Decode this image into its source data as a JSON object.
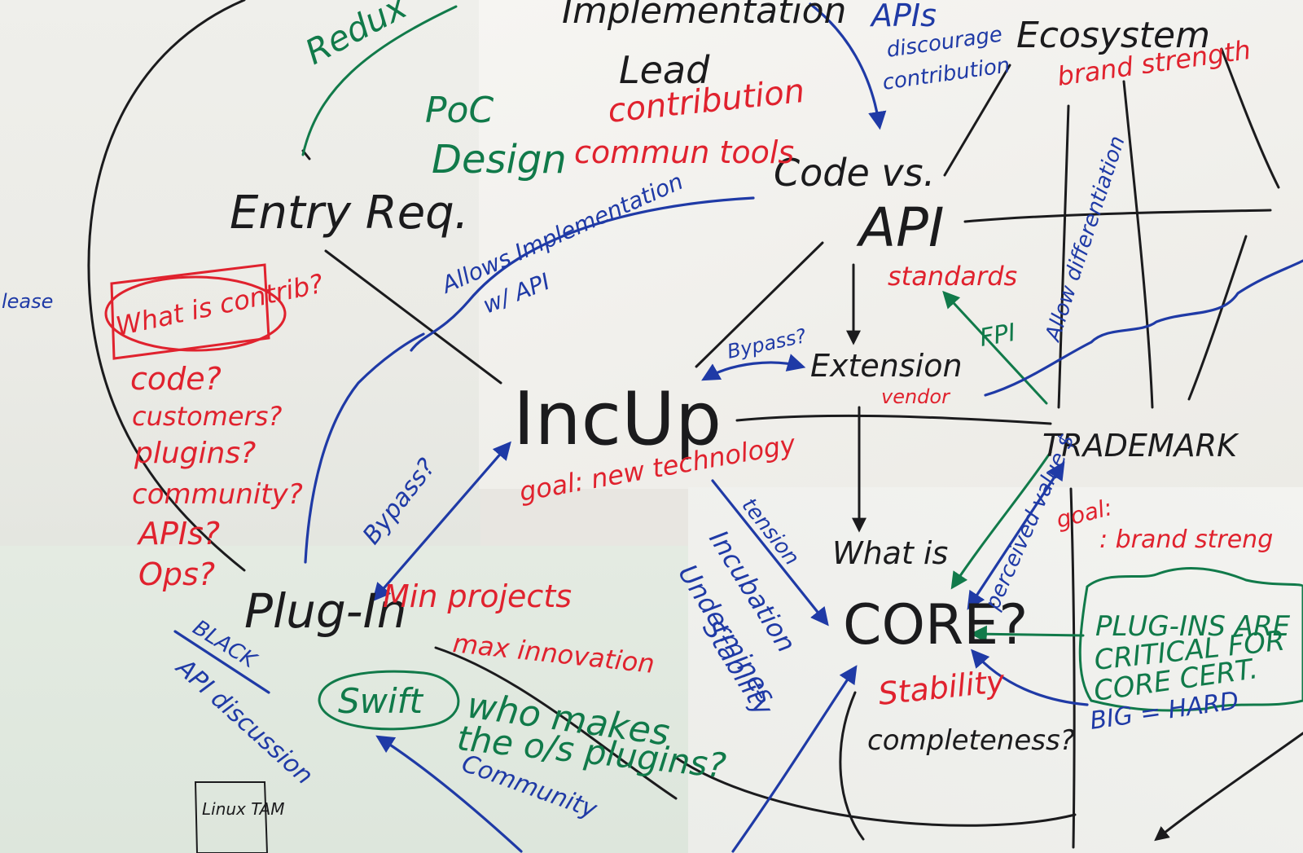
{
  "colors": {
    "black": "#1b1b1d",
    "blue": "#1f3aa6",
    "green": "#117a4a",
    "red": "#e0222e"
  },
  "labels": {
    "redux": "Redux",
    "implementation": "Implementation",
    "lead": "Lead",
    "apis_discourage": "APIs",
    "discourage": "discourage",
    "contribution_blue": "contribution",
    "ecosystem": "Ecosystem",
    "brand_strength": "brand strength",
    "poc": "PoC",
    "design": "Design",
    "contribution_red": "contribution",
    "commun_tools": "commun tools",
    "entry_req": "Entry Req.",
    "code_vs": "Code vs.",
    "api": "API",
    "standards": "standards",
    "allows_impl": "Allows Implementation",
    "w_api": "w/ API",
    "what_is_contrib": "What is contrib?",
    "code_q": "code?",
    "customers_q": "customers?",
    "plugins_q": "plugins?",
    "community_q": "community?",
    "apis_q": "APIs?",
    "ops_q": "Ops?",
    "release": "lease",
    "bypass_top": "Bypass?",
    "extension": "Extension",
    "vendor": "vendor",
    "fpi": "FPI",
    "allow_diff": "Allow differentiation",
    "incup": "IncUp",
    "goal_new_tech": "goal: new technology",
    "trademark": "TRADEMARK",
    "bypass_left": "Bypass?",
    "plug_in": "Plug-In",
    "min_projects": "Min projects",
    "max_innovation": "max innovation",
    "black_api": "BLACK",
    "api_discussion": "API discussion",
    "swift": "Swift",
    "who_makes": "who makes",
    "the_os_plugins": "the o/s plugins?",
    "community": "Community",
    "tension": "tension",
    "incubation": "Incubation",
    "undermines": "Undermines",
    "stability_blue": "Stability",
    "what_is": "What is",
    "core": "CORE?",
    "stability_red": "Stability",
    "completeness": "completeness?",
    "perceived_value": "perceived value $",
    "goal_brand": "goal:",
    "brand_strength2": ": brand streng",
    "plugins_are": "PLUG-INS ARE",
    "critical_for": "CRITICAL FOR",
    "core_cert": "CORE CERT.",
    "big_hard": "BIG = HARD",
    "small_box": "Linux TAM"
  }
}
